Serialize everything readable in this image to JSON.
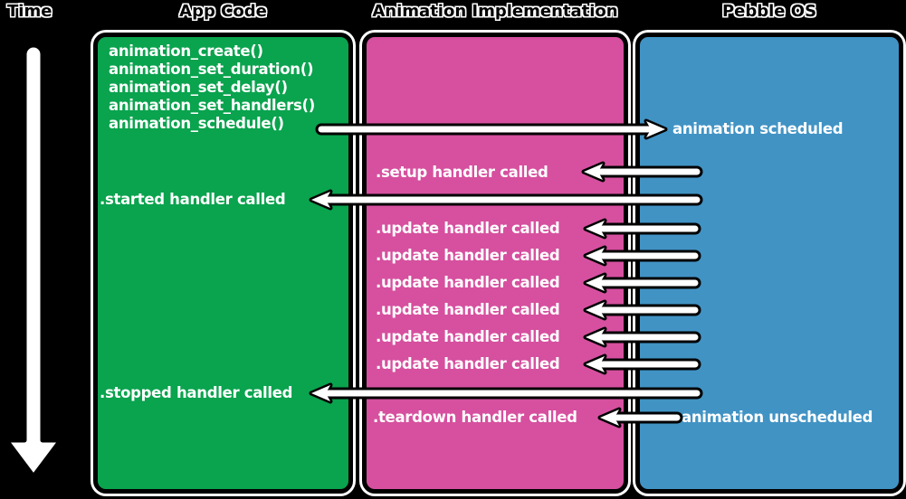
{
  "headers": {
    "time": "Time",
    "app_code": "App Code",
    "animation_implementation": "Animation Implementation",
    "pebble_os": "Pebble OS"
  },
  "app_code_functions": [
    "animation_create()",
    "animation_set_duration()",
    "animation_set_delay()",
    "animation_set_handlers()",
    "animation_schedule()"
  ],
  "events": {
    "animation_scheduled": "animation scheduled",
    "setup_handler": ".setup handler called",
    "started_handler": ".started handler called",
    "update_handler": ".update handler called",
    "update_handler_count": 6,
    "stopped_handler": ".stopped handler called",
    "teardown_handler": ".teardown handler called",
    "animation_unscheduled": "animation unscheduled"
  },
  "colors": {
    "background": "#000000",
    "app_code_box": "#0aa34e",
    "animation_implementation_box": "#d6509f",
    "pebble_os_box": "#4193c4",
    "box_outline": "#000000",
    "box_halo": "#ffffff",
    "label_text": "#ffffff",
    "arrow_fill": "#ffffff"
  }
}
